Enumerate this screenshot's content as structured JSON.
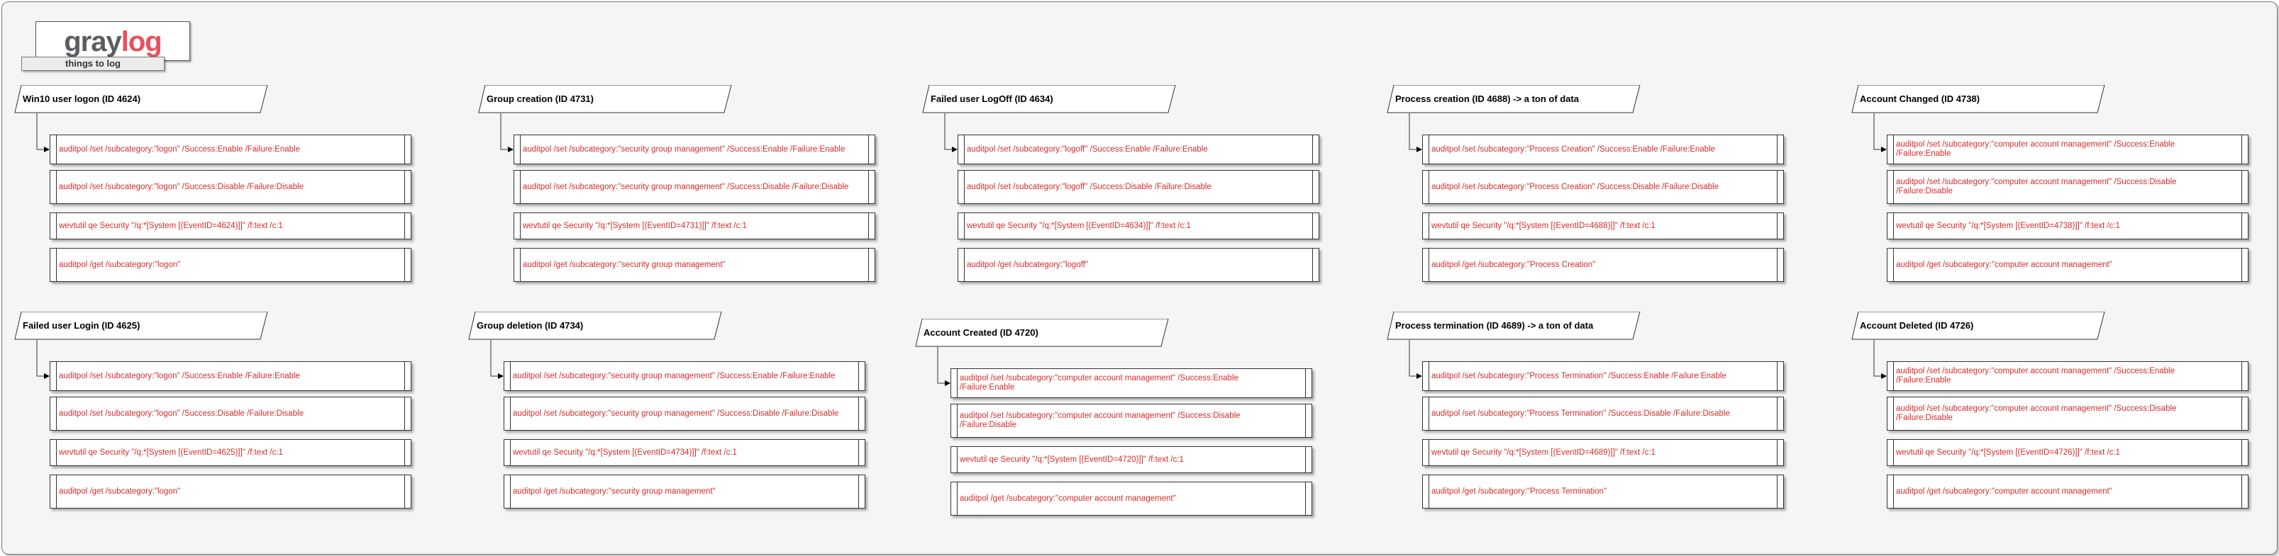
{
  "logo": {
    "text_gray": "gray",
    "text_red": "log",
    "caption": "things to log"
  },
  "colors": {
    "command_text": "#d42b2b",
    "canvas": "#f5f5f5",
    "logo_accent": "#e8505b",
    "logo_gray": "#5a5d62"
  },
  "groups": [
    {
      "title": "Win10 user logon (ID 4624)",
      "commands": [
        "auditpol /set /subcategory:\"logon\" /Success:Enable /Failure:Enable",
        "auditpol /set /subcategory:\"logon\" /Success:Disable /Failure:Disable",
        "wevtutil qe Security \"/q:*[System [(EventID=4624)]]\" /f:text /c:1",
        "auditpol /get /subcategory:\"logon\""
      ]
    },
    {
      "title": "Group creation (ID 4731)",
      "commands": [
        "auditpol /set /subcategory:\"security group management\" /Success:Enable /Failure:Enable",
        "auditpol /set /subcategory:\"security group management\" /Success:Disable /Failure:Disable",
        "wevtutil qe Security \"/q:*[System [(EventID=4731)]]\" /f:text /c:1",
        "auditpol /get /subcategory:\"security group management\""
      ]
    },
    {
      "title": "Failed user LogOff (ID 4634)",
      "commands": [
        "auditpol /set /subcategory:\"logoff\" /Success:Enable /Failure:Enable",
        "auditpol /set /subcategory:\"logoff\" /Success:Disable /Failure:Disable",
        "wevtutil qe Security \"/q:*[System [(EventID=4634)]]\" /f:text /c:1",
        "auditpol /get /subcategory:\"logoff\""
      ]
    },
    {
      "title": "Process creation (ID 4688) -> a ton of data",
      "commands": [
        "auditpol /set /subcategory:\"Process Creation\" /Success:Enable /Failure:Enable",
        "auditpol /set /subcategory:\"Process Creation\" /Success:Disable /Failure:Disable",
        "wevtutil qe Security \"/q:*[System [(EventID=4688)]]\" /f:text /c:1",
        "auditpol /get /subcategory:\"Process Creation\""
      ]
    },
    {
      "title": "Account Changed (ID 4738)",
      "commands": [
        "auditpol /set /subcategory:\"computer account management\" /Success:Enable\n/Failure:Enable",
        "auditpol /set /subcategory:\"computer account management\" /Success:Disable\n/Failure:Disable",
        "wevtutil qe Security \"/q:*[System [(EventID=4738)]]\" /f:text /c:1",
        "auditpol /get /subcategory:\"computer account management\""
      ]
    },
    {
      "title": "Failed user Login (ID 4625)",
      "commands": [
        "auditpol /set /subcategory:\"logon\" /Success:Enable /Failure:Enable",
        "auditpol /set /subcategory:\"logon\" /Success:Disable /Failure:Disable",
        "wevtutil qe Security \"/q:*[System [(EventID=4625)]]\" /f:text /c:1",
        "auditpol /get /subcategory:\"logon\""
      ]
    },
    {
      "title": "Group deletion (ID 4734)",
      "commands": [
        "auditpol /set /subcategory:\"security group management\" /Success:Enable /Failure:Enable",
        "auditpol /set /subcategory:\"security group management\" /Success:Disable /Failure:Disable",
        "wevtutil qe Security \"/q:*[System [(EventID=4734)]]\" /f:text /c:1",
        "auditpol /get /subcategory:\"security group management\""
      ]
    },
    {
      "title": "Account Created (ID 4720)",
      "commands": [
        "auditpol /set /subcategory:\"computer account management\" /Success:Enable\n/Failure:Enable",
        "auditpol /set /subcategory:\"computer account management\" /Success:Disable\n/Failure:Disable",
        "wevtutil qe Security \"/q:*[System [(EventID=4720)]]\" /f:text /c:1",
        "auditpol /get /subcategory:\"computer account management\""
      ]
    },
    {
      "title": "Process termination (ID 4689) -> a ton of data",
      "commands": [
        "auditpol /set /subcategory:\"Process Termination\" /Success:Enable /Failure:Enable",
        "auditpol /set /subcategory:\"Process Termination\" /Success:Disable /Failure:Disable",
        "wevtutil qe Security \"/q:*[System [(EventID=4689)]]\" /f:text /c:1",
        "auditpol /get /subcategory:\"Process Termination\""
      ]
    },
    {
      "title": "Account Deleted (ID 4726)",
      "commands": [
        "auditpol /set /subcategory:\"computer account management\" /Success:Enable\n/Failure:Enable",
        "auditpol /set /subcategory:\"computer account management\" /Success:Disable\n/Failure:Disable",
        "wevtutil qe Security \"/q:*[System [(EventID=4726)]]\" /f:text /c:1",
        "auditpol /get /subcategory:\"computer account management\""
      ]
    }
  ]
}
